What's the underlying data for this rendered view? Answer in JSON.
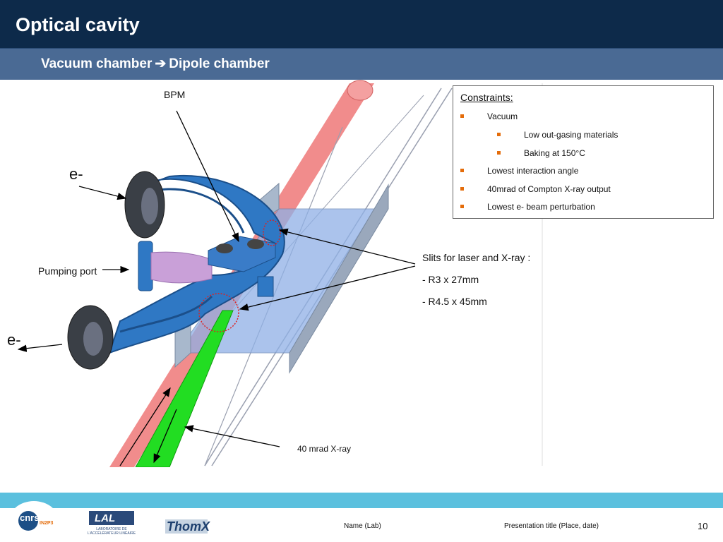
{
  "header": {
    "title": "Optical cavity",
    "subtitle_left": "Vacuum chamber",
    "subtitle_arrow": "➔",
    "subtitle_right": "Dipole chamber"
  },
  "figure": {
    "labels": {
      "bpm": "BPM",
      "e_top": "e-",
      "e_bottom": "e-",
      "pumping_port": "Pumping port",
      "slits_title": "Slits for laser and X-ray :",
      "slit_1": "- R3 x 27mm",
      "slit_2": "- R4.5 x 45mm",
      "xray": "40 mrad X-ray"
    }
  },
  "constraints": {
    "heading": "Constraints:",
    "items": [
      {
        "text": "Vacuum",
        "level": 1
      },
      {
        "text": "Low out-gasing materials",
        "level": 2
      },
      {
        "text": "Baking at 150°C",
        "level": 2
      },
      {
        "text": "Lowest interaction angle",
        "level": 1
      },
      {
        "text": "40mrad of Compton X-ray output",
        "level": 1
      },
      {
        "text": "Lowest e- beam perturbation",
        "level": 1
      }
    ]
  },
  "footer": {
    "logo_cnrs": "cnrs",
    "logo_in2p3": "IN2P3",
    "logo_lal": "LAL",
    "logo_lal_sub": "LABORATOIRE DE L'ACCÉLÉRATEUR LINÉAIRE",
    "logo_thomx": "ThomX",
    "name_lab": "Name (Lab)",
    "presentation": "Presentation title (Place, date)",
    "page": "10"
  },
  "colors": {
    "title_bg": "#0d2a4a",
    "subtitle_bg": "#4a6a94",
    "footer_band": "#5bc0de",
    "chamber_blue": "#2f78c4",
    "laser_red": "#f08080",
    "xray_green": "#22dd22",
    "bullet": "#e46c0a"
  }
}
